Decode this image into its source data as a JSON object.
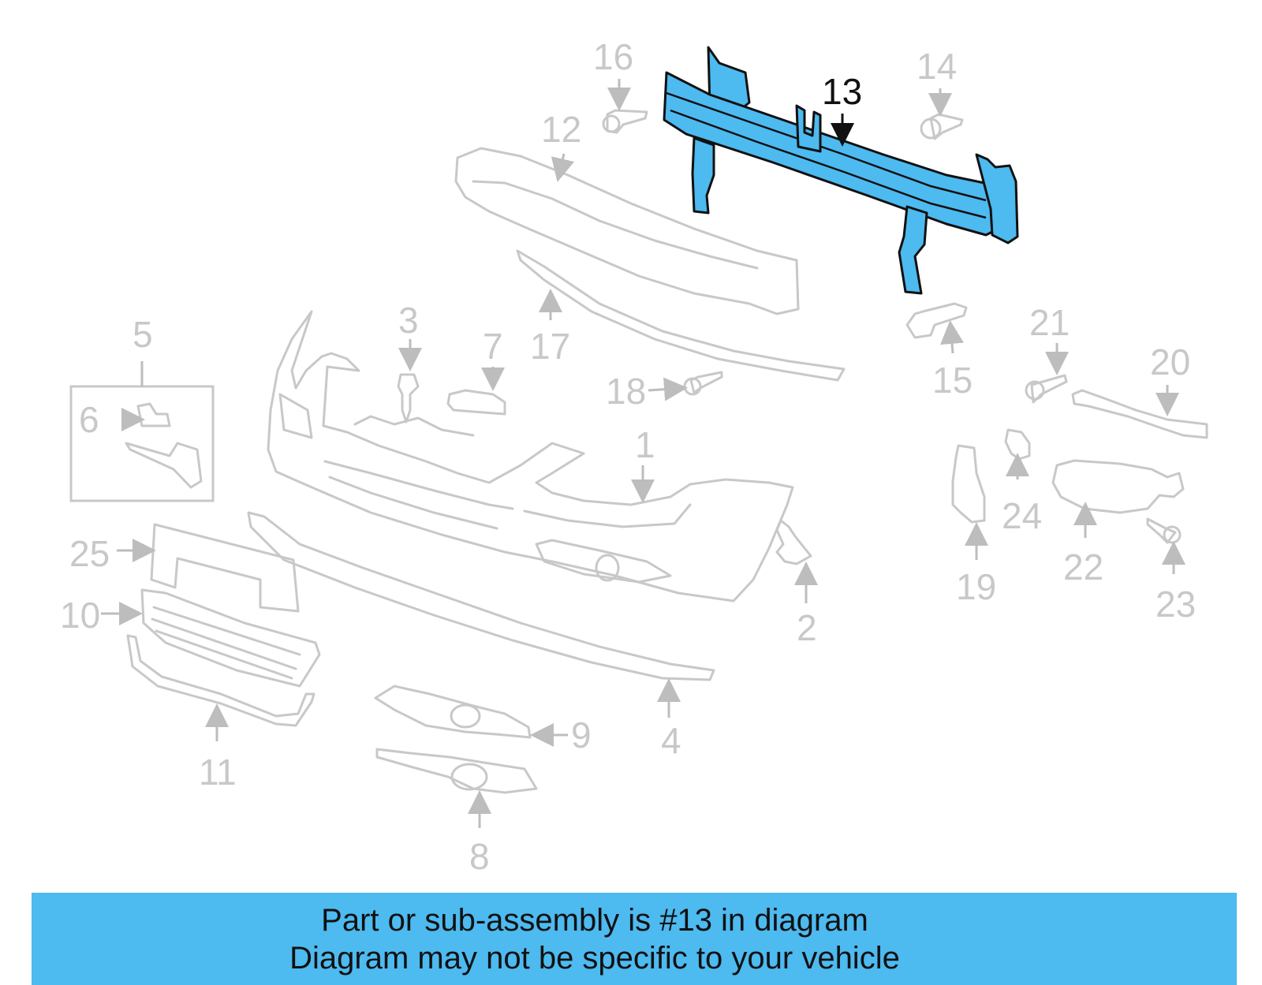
{
  "diagram": {
    "highlight_color": "#4dbaf0",
    "part_color": "#c8c8c8",
    "callouts": [
      "1",
      "2",
      "3",
      "4",
      "5",
      "6",
      "7",
      "8",
      "9",
      "10",
      "11",
      "12",
      "13",
      "14",
      "15",
      "16",
      "17",
      "18",
      "19",
      "20",
      "21",
      "22",
      "23",
      "24",
      "25"
    ],
    "highlighted_callout": "13"
  },
  "banner": {
    "line1": "Part or sub-assembly is #13 in diagram",
    "line2": "Diagram may not be specific to your vehicle",
    "background": "#4dbaf0"
  }
}
